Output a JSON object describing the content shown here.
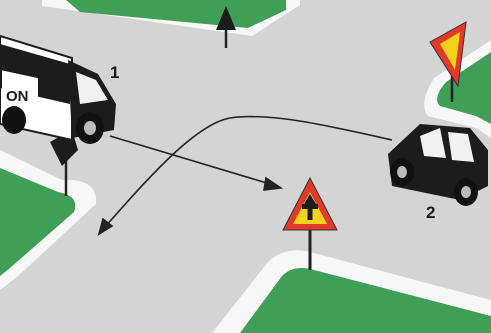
{
  "vehicles": [
    {
      "id": "truck",
      "number": "1",
      "side_text": "ON"
    },
    {
      "id": "car",
      "number": "2"
    }
  ],
  "signs": [
    {
      "id": "priority-road-sign",
      "icon": "priority-road-icon"
    },
    {
      "id": "yield-sign",
      "icon": "yield-icon"
    },
    {
      "id": "crossroads-warning-sign",
      "icon": "crossroads-icon"
    },
    {
      "id": "priority-road-sign-back",
      "icon": "sign-back-icon"
    }
  ],
  "colors": {
    "road": "#d4d4d4",
    "grass": "#3f9f56",
    "curb": "#f7f7f7",
    "sign_red": "#e23a2a",
    "sign_yellow": "#f2d31c",
    "vehicle_dark": "#1c1c1c"
  }
}
